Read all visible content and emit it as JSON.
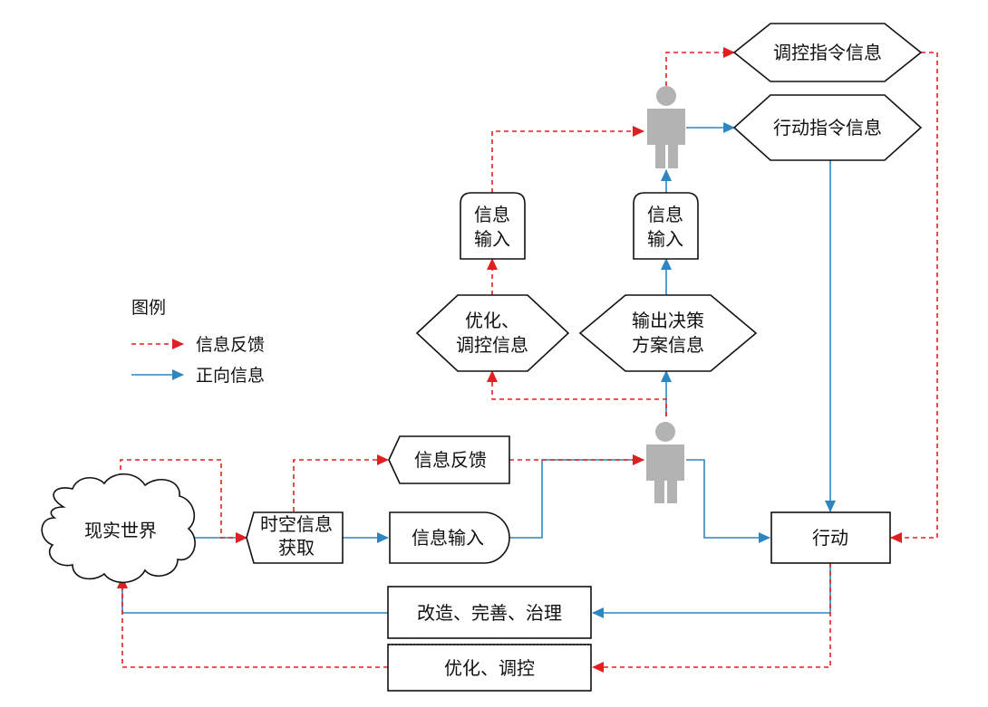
{
  "legend": {
    "title": "图例",
    "feedback": "信息反馈",
    "forward": "正向信息"
  },
  "nodes": {
    "world": "现实世界",
    "acquire": [
      "时空信息",
      "获取"
    ],
    "feedback_box": "信息反馈",
    "input_bottom": "信息输入",
    "action": "行动",
    "input_left": [
      "信息",
      "输入"
    ],
    "input_right": [
      "信息",
      "输入"
    ],
    "optimize_diamond": [
      "优化、",
      "调控信息"
    ],
    "decision_diamond": [
      "输出决策",
      "方案信息"
    ],
    "control_command": "调控指令信息",
    "action_command": "行动指令信息",
    "transform": "改造、完善、治理",
    "optimize_control": "优化、调控"
  },
  "colors": {
    "feedback_arrow": "#e02020",
    "forward_arrow": "#2e86c1",
    "person": "#b3b3b3",
    "outline": "#111111"
  }
}
